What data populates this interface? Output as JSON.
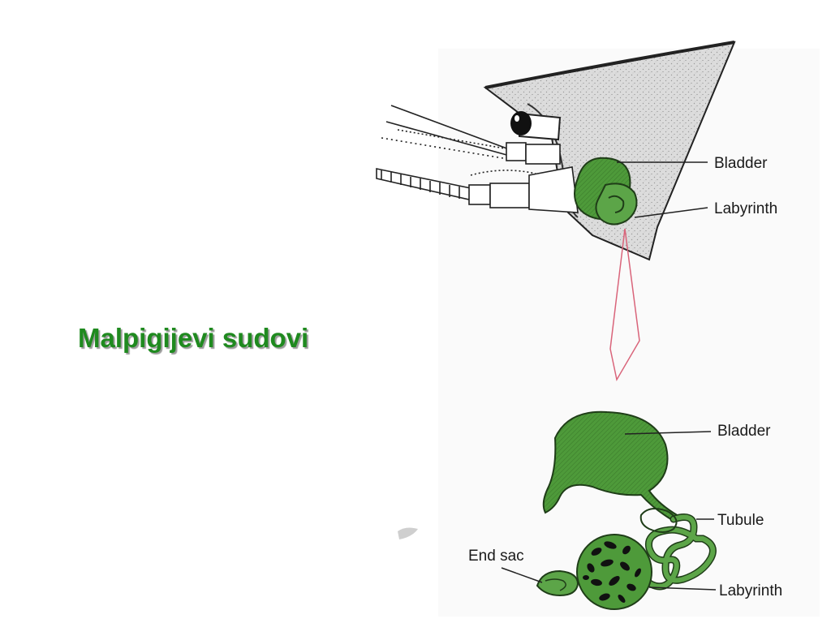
{
  "slide": {
    "title": "Malpigijevi sudovi"
  },
  "labels": {
    "top_bladder": "Bladder",
    "top_labyrinth": "Labyrinth",
    "bottom_bladder": "Bladder",
    "bottom_tubule": "Tubule",
    "bottom_end_sac": "End sac",
    "bottom_labyrinth": "Labyrinth"
  },
  "colors": {
    "title": "#1f8a1f",
    "organ_green": "#4e9a3a",
    "connector_red": "#d9647a"
  }
}
